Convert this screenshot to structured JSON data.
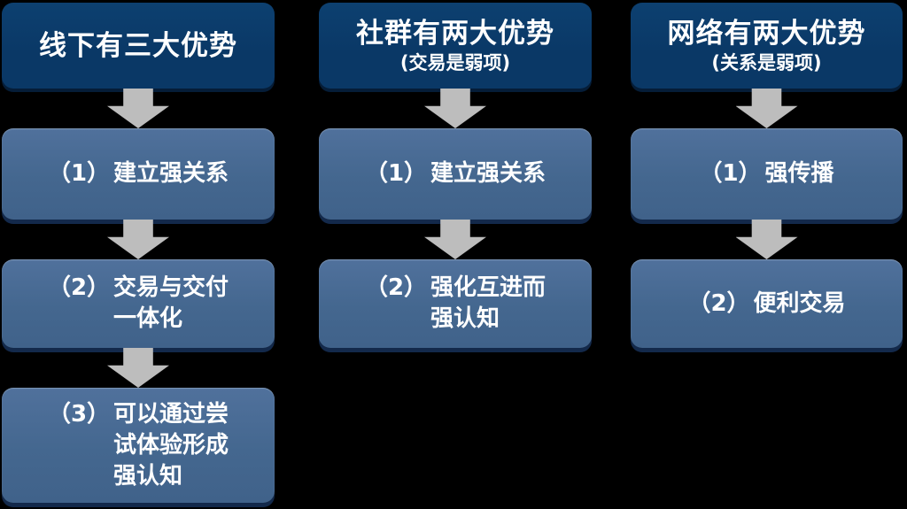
{
  "colors": {
    "canvas_bg": "#000000",
    "header_bg": "#0a3866",
    "header_bg_top": "#0d4070",
    "header_shadow": "#051d38",
    "box_bg": "#44678f",
    "box_bg_top": "#50719c",
    "box_bg_bottom": "#40628a",
    "box_shadow_color": "#13294b",
    "arrow_color": "#bdbdbd",
    "text_color": "#ffffff"
  },
  "columns": [
    {
      "id": "offline",
      "header": {
        "title": "线下有三大优势",
        "subtitle": ""
      },
      "steps": [
        {
          "num": "（1）",
          "text": "建立强关系"
        },
        {
          "num": "（2）",
          "text": "交易与交付\n一体化"
        },
        {
          "num": "（3）",
          "text": "可以通过尝\n试体验形成\n强认知"
        }
      ]
    },
    {
      "id": "community",
      "header": {
        "title": "社群有两大优势",
        "subtitle": "(交易是弱项)"
      },
      "steps": [
        {
          "num": "（1）",
          "text": "建立强关系"
        },
        {
          "num": "（2）",
          "text": "强化互进而\n强认知"
        }
      ]
    },
    {
      "id": "network",
      "header": {
        "title": "网络有两大优势",
        "subtitle": "(关系是弱项)"
      },
      "steps": [
        {
          "num": "（1）",
          "text": "强传播"
        },
        {
          "num": "（2）",
          "text": "便利交易"
        }
      ]
    }
  ]
}
